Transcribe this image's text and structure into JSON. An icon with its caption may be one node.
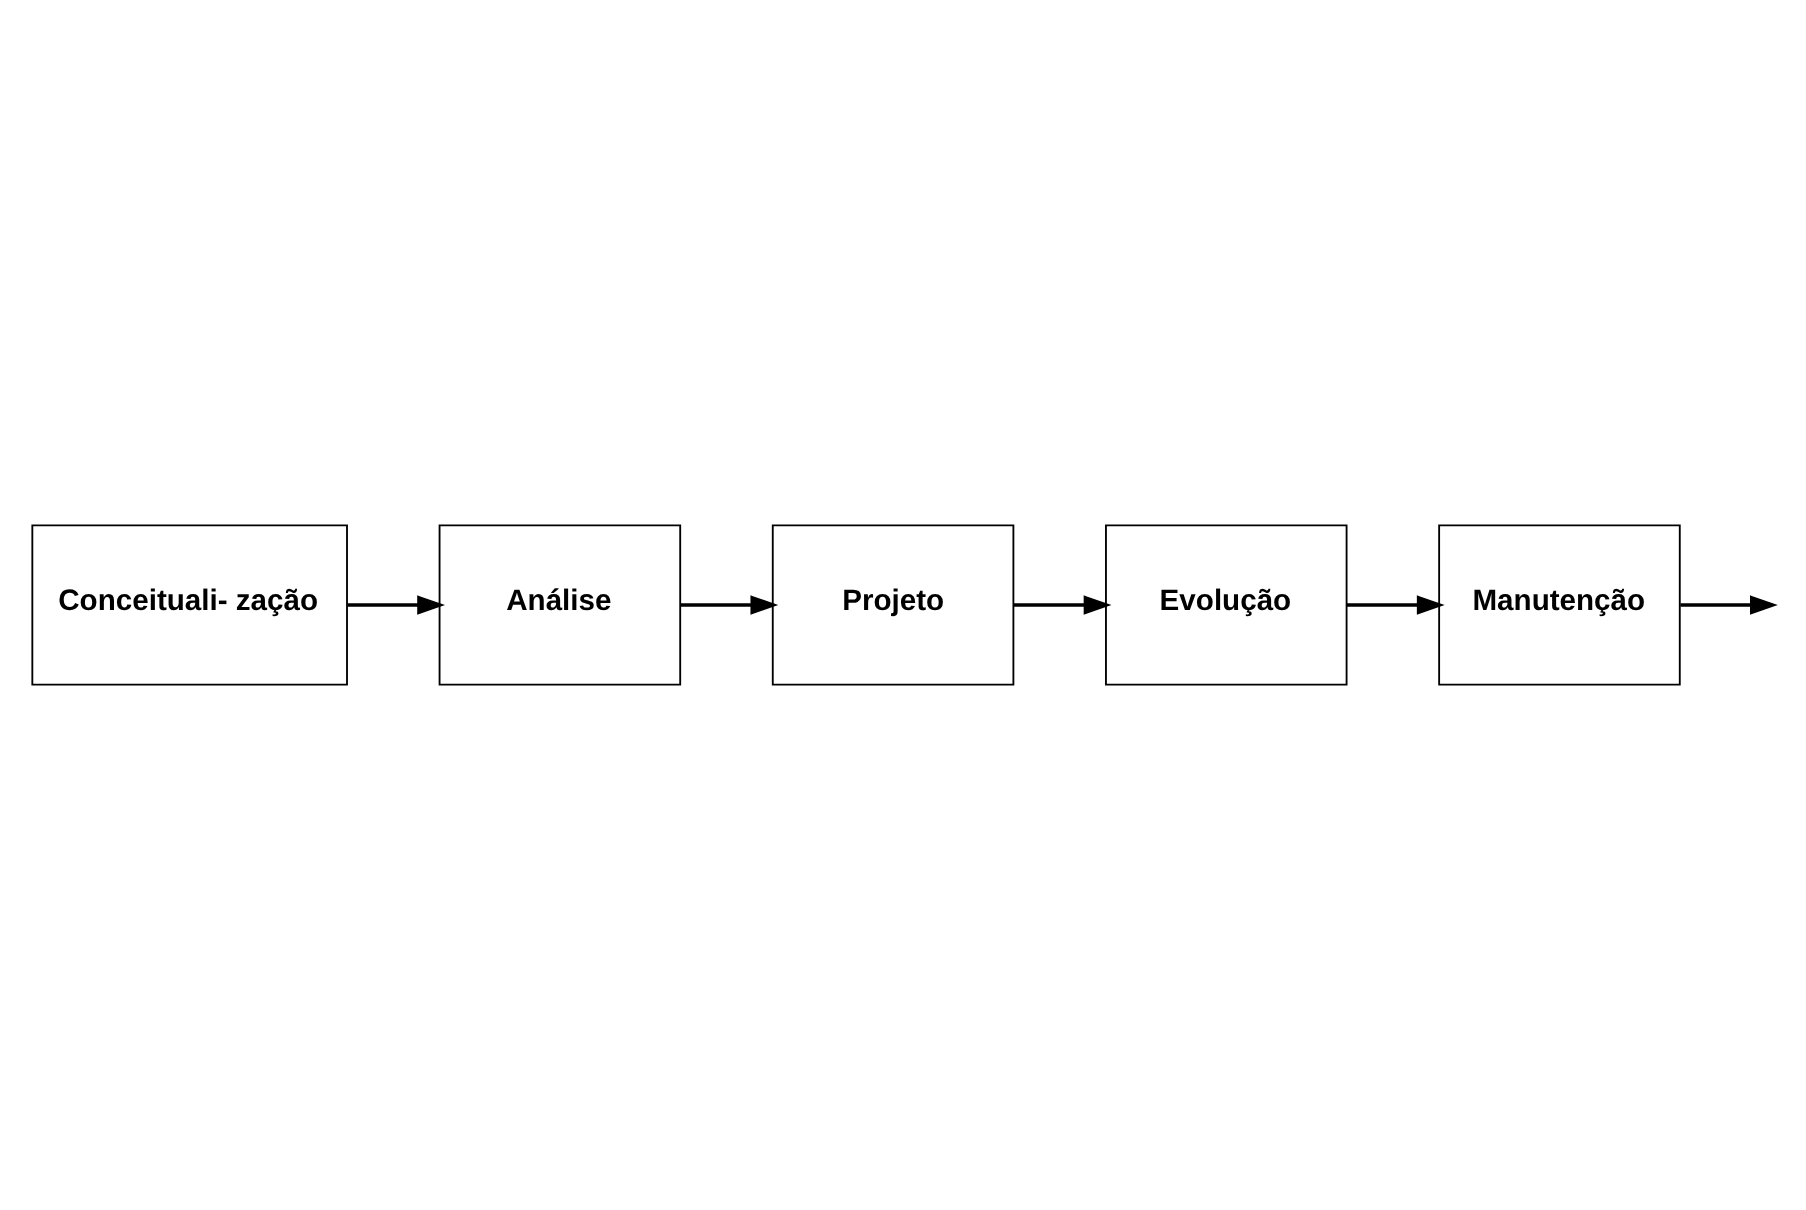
{
  "diagram": {
    "nodes": [
      {
        "text": [
          "Conceituali- zação"
        ]
      },
      {
        "text": [
          "Análise"
        ]
      },
      {
        "text": [
          "Projeto"
        ]
      },
      {
        "text": [
          "Evolução"
        ]
      },
      {
        "text": [
          "Manutenção"
        ]
      }
    ],
    "edges": [
      {
        "from": 0,
        "to": 1,
        "arrow": "to"
      },
      {
        "from": 1,
        "to": 2,
        "arrow": "to"
      },
      {
        "from": 2,
        "to": 3,
        "arrow": "to"
      },
      {
        "from": 3,
        "to": 4,
        "arrow": "to"
      },
      {
        "from": 4,
        "to": null,
        "arrow": "to"
      }
    ]
  }
}
